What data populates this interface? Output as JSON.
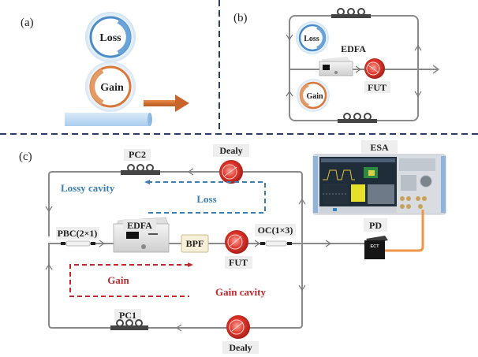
{
  "panels": {
    "a": {
      "label": "(a)",
      "loss_ring": "Loss",
      "gain_ring": "Gain"
    },
    "b": {
      "label": "(b)",
      "loss_ring": "Loss",
      "gain_ring": "Gain",
      "edfa": "EDFA",
      "fut": "FUT"
    },
    "c": {
      "label": "(c)",
      "pc2": "PC2",
      "pc1": "PC1",
      "delay_top": "Dealy",
      "delay_bottom": "Dealy",
      "lossy_cavity": "Lossy cavity",
      "loss": "Loss",
      "gain": "Gain",
      "gain_cavity": "Gain cavity",
      "pbc": "PBC(2×1)",
      "edfa": "EDFA",
      "bpf": "BPF",
      "fut": "FUT",
      "oc": "OC(1×3)",
      "esa": "ESA",
      "pd": "PD",
      "pd_brand": "ECT"
    }
  },
  "colors": {
    "loss_blue": "#4a8cc9",
    "gain_orange": "#d9773a",
    "separator": "#2d3e66",
    "fiber": "#8a8a8a",
    "loss_path": "#3b7fb5",
    "gain_path": "#c0282d",
    "spool_red": "#e2362c",
    "orange_cable": "#f0944a"
  }
}
